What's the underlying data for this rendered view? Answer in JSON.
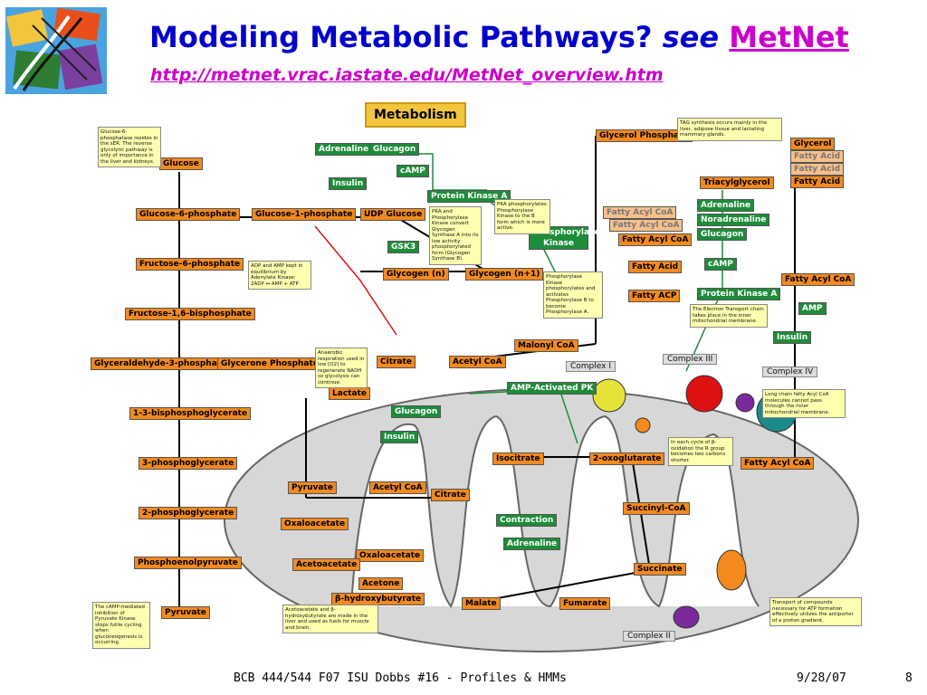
{
  "title": {
    "prefix": "Modeling Metabolic Pathways?",
    "see": "see",
    "link": "MetNet"
  },
  "url": "http://metnet.vrac.iastate.edu/MetNet_overview.htm",
  "diagram": {
    "header": "Metabolism",
    "metabolites": [
      "Glucose",
      "Glucose-6-phosphate",
      "Glucose-1-phosphate",
      "UDP Glucose",
      "Fructose-6-phosphate",
      "Fructose-1,6-bisphosphate",
      "Glyceraldehyde-3-phosphate",
      "Glycerone Phosphate",
      "1-3-bisphosphoglycerate",
      "3-phosphoglycerate",
      "2-phosphoglycerate",
      "Phosphoenolpyruvate",
      "Pyruvate",
      "Lactate",
      "Glycogen (n)",
      "Glycogen (n+1)",
      "Glycerol Phosphate",
      "Triacylglycerol",
      "Glycerol",
      "Fatty Acid",
      "Fatty Acid",
      "Fatty Acid",
      "Fatty Acyl CoA",
      "Fatty Acyl CoA",
      "Fatty Acyl CoA",
      "Fatty Acid",
      "Fatty ACP",
      "Fatty Acyl CoA",
      "Malonyl CoA",
      "Acetyl CoA",
      "Citrate",
      "Citrate",
      "Isocitrate",
      "2-oxoglutarate",
      "Succinyl-CoA",
      "Succinate",
      "Fumarate",
      "Malate",
      "Oxaloacetate",
      "Oxaloacetate",
      "Acetyl CoA",
      "Acetoacetate",
      "Acetone",
      "β-hydroxybutyrate",
      "Pyruvate",
      "Fatty Acyl CoA"
    ],
    "regulators": [
      "Adrenaline",
      "Glucagon",
      "Insulin",
      "cAMP",
      "Protein Kinase A",
      "GSK3",
      "Phosphorylase Kinase",
      "Adrenaline",
      "Noradrenaline",
      "Glucagon",
      "cAMP",
      "Protein Kinase A",
      "AMP",
      "Insulin",
      "AMP-Activated PK",
      "Glucagon",
      "Insulin",
      "Contraction",
      "Adrenaline"
    ],
    "complexes": [
      "Complex I",
      "Complex II",
      "Complex III",
      "Complex IV"
    ],
    "notes": [
      "Glucose-6-phosphatase resides in the sER. The reverse glycolytic pathway is only of importance in the liver and kidneys.",
      "ADP and AMP kept in equilibrium by Adenylate Kinase: 2ADP ↔ AMP + ATP",
      "PKA and Phosphorylase Kinase convert Glycogen Synthase A into its low activity phosphorylated form (Glycogen Synthase B).",
      "PKA phosphorylates Phosphorylase Kinase to the B form which is more active.",
      "Phosphorylase Kinase phosphorylates and activates Phosphorylase B to become Phosphorylase A.",
      "TAG synthesis occurs mainly in the liver, adipose tissue and lactating mammary glands.",
      "The Electron Transport chain takes place in the inner mitochondrial membrane.",
      "Long chain fatty Acyl CoA molecules cannot pass through the inner mitochondrial membrane.",
      "In each cycle of β-oxidation the R group becomes two carbons shorter.",
      "Anaerobic respiration used in low [O2] to regenerate NADH so glycolysis can continue.",
      "Transport of compounds necessary for ATP formation effectively utilizes the antiporter of a proton gradient.",
      "The cAMP-mediated inhibition of Pyruvate Kinase stops futile cycling when gluconeogenesis is occurring.",
      "Acetoacetate and β-hydroxybutyrate are made in the liver and used as fuels for muscle and brain."
    ]
  },
  "footer": {
    "course": "BCB 444/544 F07 ISU Dobbs #16 - Profiles & HMMs",
    "date": "9/28/07",
    "page": "8"
  }
}
